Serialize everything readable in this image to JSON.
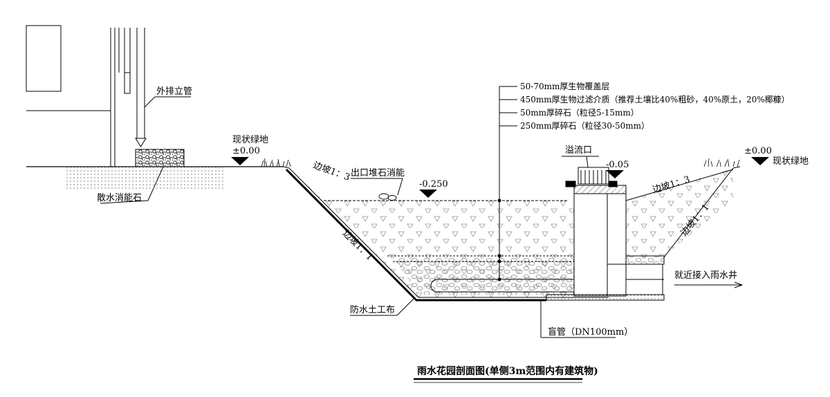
{
  "drawing": {
    "title": "雨水花园剖面图(单侧3m范围内有建筑物)",
    "downpipe_label": "外排立管",
    "energy_stone_label": "散水消能石",
    "existing_green_left": "现状绿地",
    "elev_left": "±0.00",
    "existing_green_right": "现状绿地",
    "elev_right": "±0.00",
    "slope_left_upper": "边坡1：3",
    "slope_left_lower": "边坡1：1",
    "slope_right_upper": "边坡1：3",
    "slope_right_lower": "边坡1：1",
    "outlet_stone_label": "出口堆石消能",
    "elev_pond": "-0.250",
    "overflow_label": "溢流口",
    "elev_overflow": "-0.05",
    "layers": [
      "50-70mm厚生物覆盖层",
      "450mm厚生物过滤介质（推荐土壤比40%粗砂，40%原土，20%椰糠）",
      "50mm厚碎石（粒径5-15mm）",
      "250mm厚碎石（粒径30-50mm）"
    ],
    "geotextile_label": "防水土工布",
    "blind_pipe_label": "盲管（DN100mm）",
    "connect_label": "就近接入雨水井"
  }
}
